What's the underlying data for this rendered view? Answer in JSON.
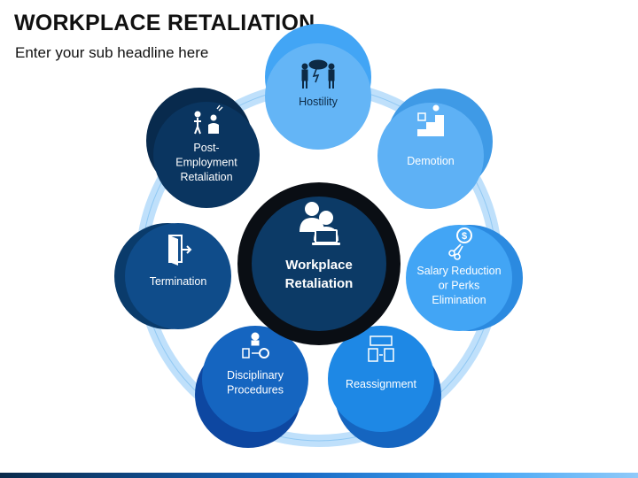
{
  "header": {
    "title": "WORKPLACE RETALIATION",
    "subtitle": "Enter your sub headline here"
  },
  "center": {
    "line1": "Workplace",
    "line2": "Retaliation",
    "icon": "person-at-laptop-icon"
  },
  "nodes": [
    {
      "id": "hostility",
      "lines": [
        "Hostility"
      ],
      "icon": "hostility-icon",
      "color": "#64b5f6",
      "shadow": "#42a5f5",
      "dark_text": true
    },
    {
      "id": "demotion",
      "lines": [
        "Demotion"
      ],
      "icon": "demotion-stairs-icon",
      "color": "#5eb1f5",
      "shadow": "#3f9ae6"
    },
    {
      "id": "salary-reduction",
      "lines": [
        "Salary Reduction",
        "or Perks",
        "Elimination"
      ],
      "icon": "salary-cut-icon",
      "color": "#42a5f5",
      "shadow": "#2b8ae0"
    },
    {
      "id": "reassignment",
      "lines": [
        "Reassignment"
      ],
      "icon": "reassignment-icon",
      "color": "#1e88e5",
      "shadow": "#1565c0"
    },
    {
      "id": "disciplinary-procedures",
      "lines": [
        "Disciplinary",
        "Procedures"
      ],
      "icon": "disciplinary-icon",
      "color": "#1565c0",
      "shadow": "#0d47a1"
    },
    {
      "id": "termination",
      "lines": [
        "Termination"
      ],
      "icon": "termination-door-icon",
      "color": "#0f4c8a",
      "shadow": "#0a3b6b"
    },
    {
      "id": "post-employment-retaliation",
      "lines": [
        "Post-",
        "Employment",
        "Retaliation"
      ],
      "icon": "post-employment-icon",
      "color": "#0a3560",
      "shadow": "#082a4d"
    }
  ]
}
